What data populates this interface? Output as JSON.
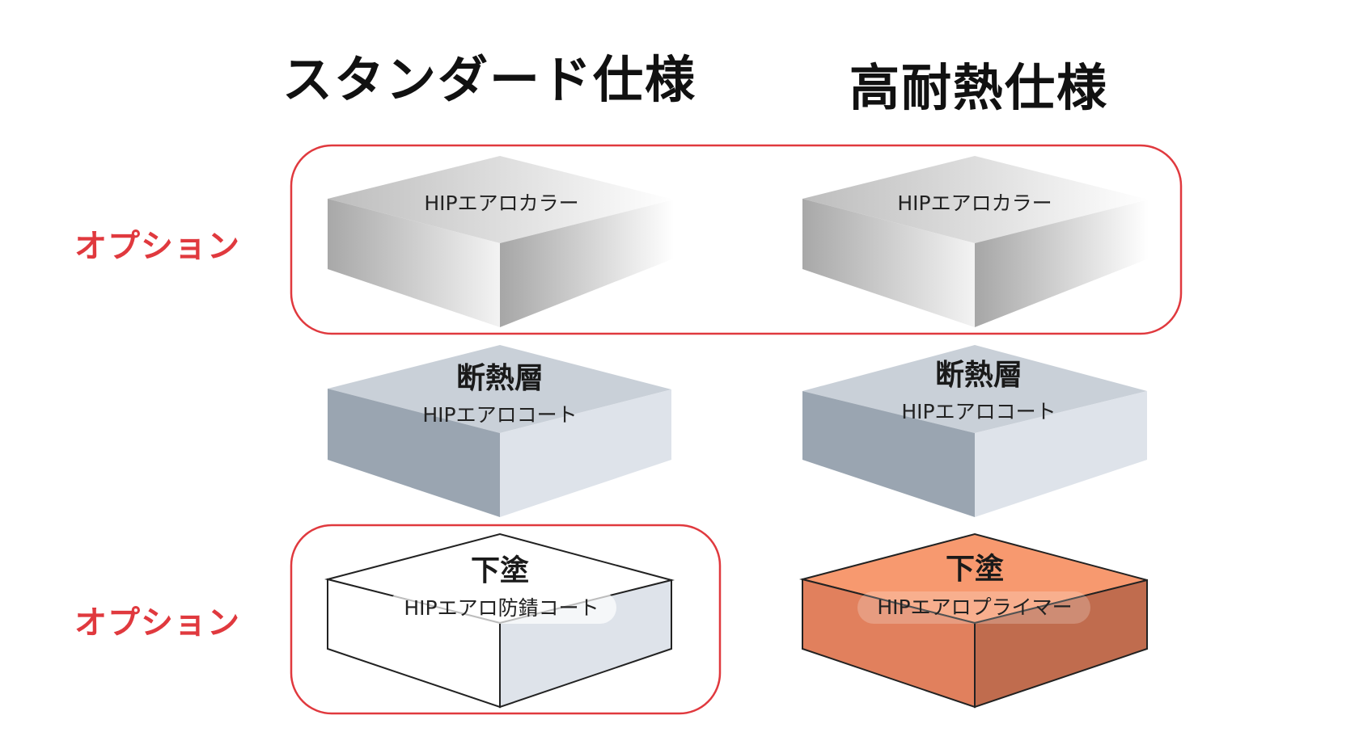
{
  "columns": {
    "standard": {
      "title": "スタンダード仕様"
    },
    "high_heat": {
      "title": "高耐熱仕様"
    }
  },
  "option_labels": {
    "top": "オプション",
    "bottom": "オプション"
  },
  "colors": {
    "option_outline": "#e0393e",
    "option_label": "#e0393e",
    "insulation_top": "#c9d0d8",
    "insulation_left": "#9aa5b1",
    "insulation_right": "#dee3ea",
    "primer_top": "#f7996f",
    "primer_left": "#e1805d",
    "primer_right": "#c06c4e"
  },
  "layers": {
    "standard": {
      "topcoat": {
        "product": "HIPエアロカラー"
      },
      "insulation": {
        "heading": "断熱層",
        "product": "HIPエアロコート"
      },
      "base": {
        "heading": "下塗",
        "product": "HIPエアロ防錆コート"
      }
    },
    "high_heat": {
      "topcoat": {
        "product": "HIPエアロカラー"
      },
      "insulation": {
        "heading": "断熱層",
        "product": "HIPエアロコート"
      },
      "base": {
        "heading": "下塗",
        "product": "HIPエアロプライマー"
      }
    }
  }
}
